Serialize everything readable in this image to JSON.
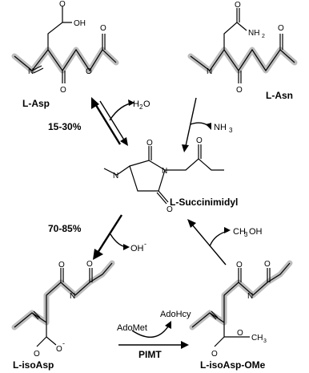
{
  "molecules": {
    "asp": {
      "name": "L-Asp",
      "atoms": {
        "o_top": "O",
        "oh": "OH",
        "n": "N",
        "o1": "O",
        "o2": "O",
        "o3": "O"
      }
    },
    "asn": {
      "name": "L-Asn",
      "atoms": {
        "o_top": "O",
        "nh2": "NH",
        "sub2": "2",
        "n": "N",
        "o1": "O",
        "o2": "O"
      }
    },
    "succinimidyl": {
      "name": "L-Succinimidyl",
      "atoms": {
        "o_ring_top": "O",
        "o_ring_bottom": "O",
        "o_side": "O",
        "n_ring": "N",
        "n_side": "N"
      }
    },
    "isoasp": {
      "name": "L-isoAsp",
      "atoms": {
        "o_top": "O",
        "n": "N",
        "o_carboxyl1": "O",
        "o_minus": "O",
        "charge": "-",
        "o_bottom": "O"
      }
    },
    "isoasp_ome": {
      "name": "L-isoAsp-OMe",
      "atoms": {
        "o_top": "O",
        "n": "N",
        "o_ester": "O",
        "o_ch3": "O",
        "ch3": "CH",
        "sub3": "3",
        "o_bottom": "O"
      }
    }
  },
  "reactions": {
    "hydrolysis_pct": "15-30%",
    "water": "H",
    "water_sub": "2",
    "water_o": "O",
    "ammonia": "NH",
    "ammonia_sub": "3",
    "isoasp_pct": "70-85%",
    "hydroxide": "OH",
    "hydroxide_charge": "-",
    "methanol": "CH",
    "methanol_sub": "3",
    "methanol_oh": "OH",
    "adomet": "AdoMet",
    "adohcy": "AdoHcy",
    "enzyme": "PIMT"
  }
}
